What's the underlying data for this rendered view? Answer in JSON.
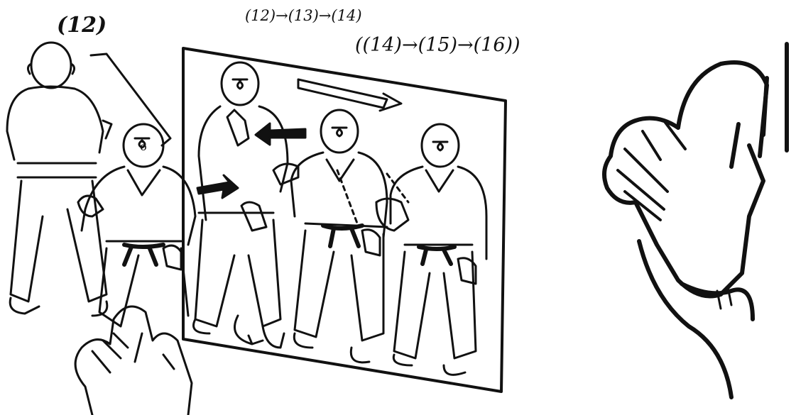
{
  "labels": {
    "step_number": "(12)",
    "sequence_primary": "(12)→(13)→(14)",
    "sequence_secondary": "((14)→(15)→(16))"
  },
  "figures": {
    "belt_marks": [
      "ō",
      "ō",
      "ō",
      "ō"
    ]
  },
  "colors": {
    "ink": "#111111",
    "paper": "#ffffff"
  }
}
